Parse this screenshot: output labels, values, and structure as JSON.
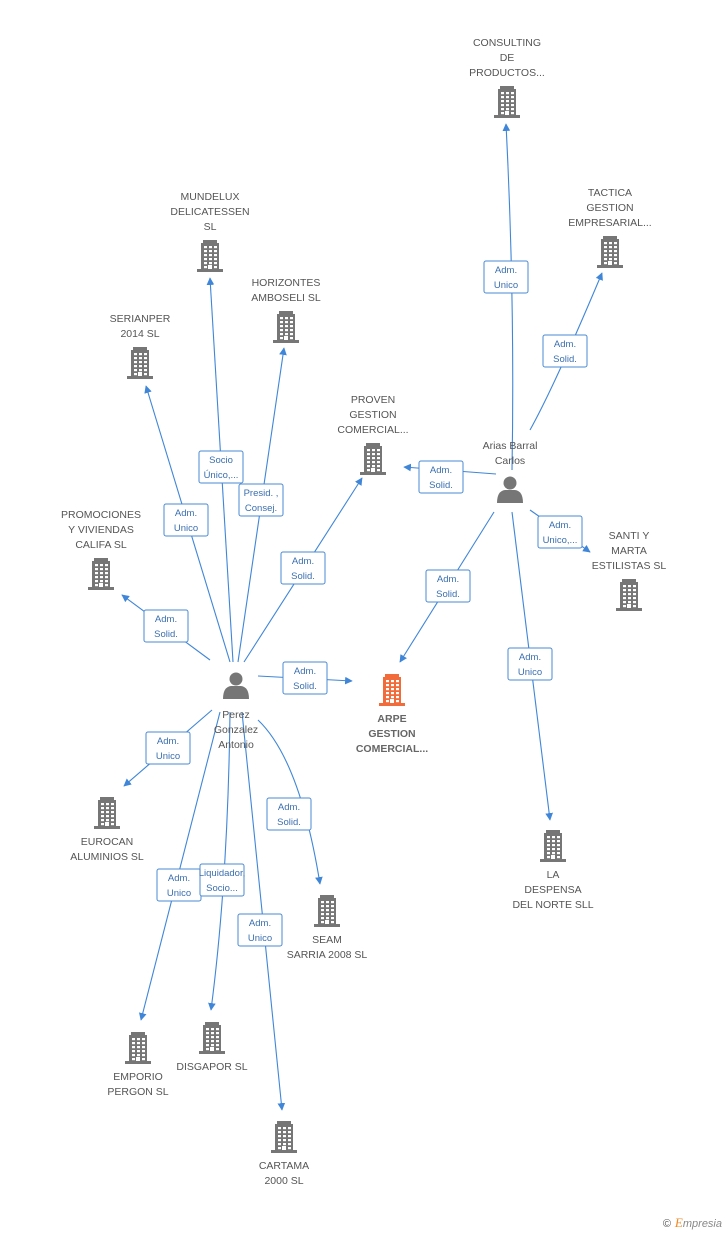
{
  "colors": {
    "company": "#767676",
    "main_company": "#f26b3a",
    "edge": "#3f86d8",
    "person": "#767676"
  },
  "nodes": [
    {
      "id": "main",
      "type": "company-main",
      "lines": [
        "ARPE",
        "GESTION",
        "COMERCIAL..."
      ]
    },
    {
      "id": "perez",
      "type": "person",
      "lines": [
        "Perez",
        "Gonzalez",
        "Antonio"
      ]
    },
    {
      "id": "arias",
      "type": "person",
      "lines": [
        "Arias Barral",
        "Carlos"
      ]
    },
    {
      "id": "consulting",
      "type": "company",
      "lines": [
        "CONSULTING",
        "DE",
        "PRODUCTOS..."
      ]
    },
    {
      "id": "tactica",
      "type": "company",
      "lines": [
        "TACTICA",
        "GESTION",
        "EMPRESARIAL..."
      ]
    },
    {
      "id": "mundelux",
      "type": "company",
      "lines": [
        "MUNDELUX",
        "DELICATESSEN",
        "SL"
      ]
    },
    {
      "id": "horizontes",
      "type": "company",
      "lines": [
        "HORIZONTES",
        "AMBOSELI SL"
      ]
    },
    {
      "id": "serianper",
      "type": "company",
      "lines": [
        "SERIANPER",
        "2014  SL"
      ]
    },
    {
      "id": "proven",
      "type": "company",
      "lines": [
        "PROVEN",
        "GESTION",
        "COMERCIAL..."
      ]
    },
    {
      "id": "promociones",
      "type": "company",
      "lines": [
        "PROMOCIONES",
        "Y VIVIENDAS",
        "CALIFA SL"
      ]
    },
    {
      "id": "santi",
      "type": "company",
      "lines": [
        "SANTI Y",
        "MARTA",
        "ESTILISTAS  SL"
      ]
    },
    {
      "id": "eurocan",
      "type": "company",
      "lines": [
        "EUROCAN",
        "ALUMINIOS SL"
      ]
    },
    {
      "id": "despensa",
      "type": "company",
      "lines": [
        "LA",
        "DESPENSA",
        "DEL NORTE SLL"
      ]
    },
    {
      "id": "seam",
      "type": "company",
      "lines": [
        "SEAM",
        "SARRIA 2008 SL"
      ]
    },
    {
      "id": "emporio",
      "type": "company",
      "lines": [
        "EMPORIO",
        "PERGON  SL"
      ]
    },
    {
      "id": "disgapor",
      "type": "company",
      "lines": [
        "DISGAPOR SL"
      ]
    },
    {
      "id": "cartama",
      "type": "company",
      "lines": [
        "CARTAMA",
        "2000  SL"
      ]
    }
  ],
  "edges": [
    {
      "from": "arias",
      "to": "consulting",
      "label": [
        "Adm.",
        "Unico"
      ]
    },
    {
      "from": "arias",
      "to": "tactica",
      "label": [
        "Adm.",
        "Solid."
      ]
    },
    {
      "from": "arias",
      "to": "proven",
      "label": [
        "Adm.",
        "Solid."
      ]
    },
    {
      "from": "arias",
      "to": "santi",
      "label": [
        "Adm.",
        "Unico,..."
      ]
    },
    {
      "from": "arias",
      "to": "main",
      "label": [
        "Adm.",
        "Solid."
      ]
    },
    {
      "from": "arias",
      "to": "despensa",
      "label": [
        "Adm.",
        "Unico"
      ]
    },
    {
      "from": "perez",
      "to": "mundelux",
      "label": [
        "Socio",
        "Único,..."
      ]
    },
    {
      "from": "perez",
      "to": "horizontes",
      "label": [
        "Presid. ,",
        "Consej."
      ]
    },
    {
      "from": "perez",
      "to": "serianper",
      "label": [
        "Adm.",
        "Unico"
      ]
    },
    {
      "from": "perez",
      "to": "proven",
      "label": [
        "Adm.",
        "Solid."
      ]
    },
    {
      "from": "perez",
      "to": "promociones",
      "label": [
        "Adm.",
        "Solid."
      ]
    },
    {
      "from": "perez",
      "to": "main",
      "label": [
        "Adm.",
        "Solid."
      ]
    },
    {
      "from": "perez",
      "to": "eurocan",
      "label": [
        "Adm.",
        "Unico"
      ]
    },
    {
      "from": "perez",
      "to": "seam",
      "label": [
        "Adm.",
        "Solid."
      ]
    },
    {
      "from": "perez",
      "to": "emporio",
      "label": [
        "Adm.",
        "Unico"
      ]
    },
    {
      "from": "perez",
      "to": "disgapor",
      "label": [
        "Liquidador,",
        "Socio..."
      ]
    },
    {
      "from": "perez",
      "to": "cartama",
      "label": [
        "Adm.",
        "Unico"
      ]
    }
  ],
  "footer": {
    "copyright": "©",
    "brand_first": "E",
    "brand_rest": "mpresia"
  }
}
